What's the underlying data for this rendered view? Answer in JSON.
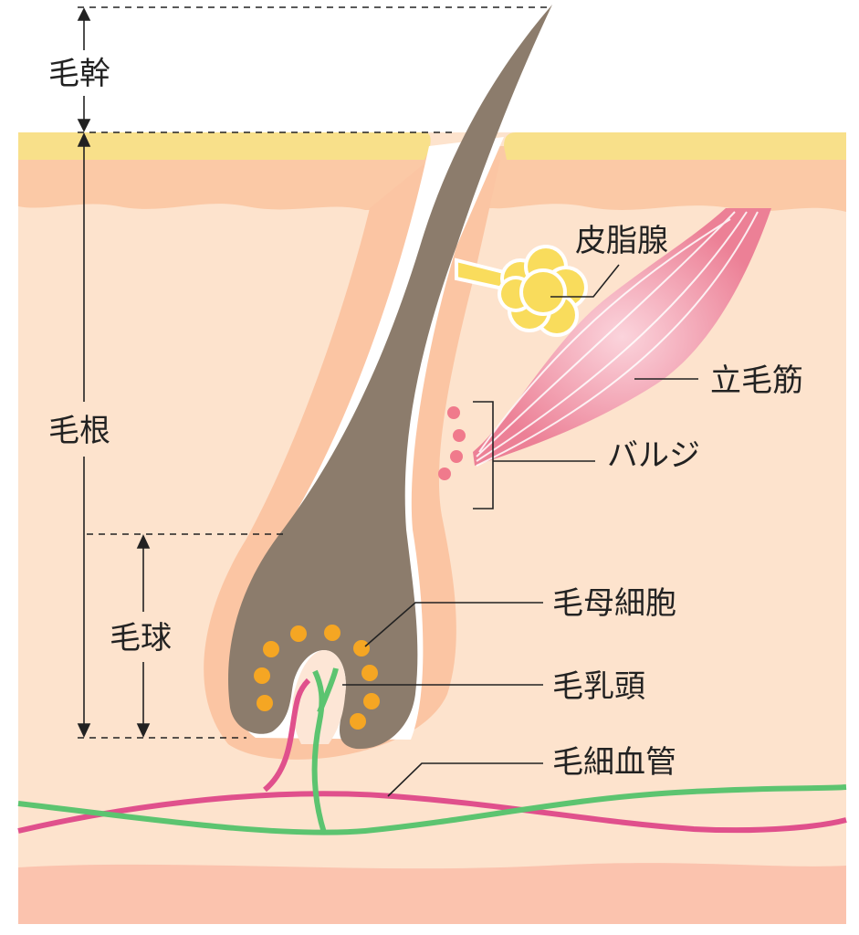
{
  "title_labels": {
    "hair_shaft": "毛幹",
    "hair_root": "毛根",
    "hair_bulb": "毛球",
    "sebaceous_gland": "皮脂腺",
    "arrector_pili": "立毛筋",
    "bulge": "バルジ",
    "hair_matrix_cells": "毛母細胞",
    "dermal_papilla": "毛乳頭",
    "capillaries": "毛細血管"
  },
  "colors": {
    "epidermis_top": "#f8e08a",
    "epidermis": "#fbc9a6",
    "dermis": "#fde3cd",
    "subcutis": "#fbc3ae",
    "hair": "#8c7c6c",
    "sheath": "#fbc5a3",
    "gland": "#f9dc5c",
    "muscle": "#ee8fa0",
    "matrix_cells": "#f5a623",
    "bulge_cells": "#f07a8c",
    "vessel_pink": "#e0508c",
    "vessel_green": "#5cc470"
  }
}
